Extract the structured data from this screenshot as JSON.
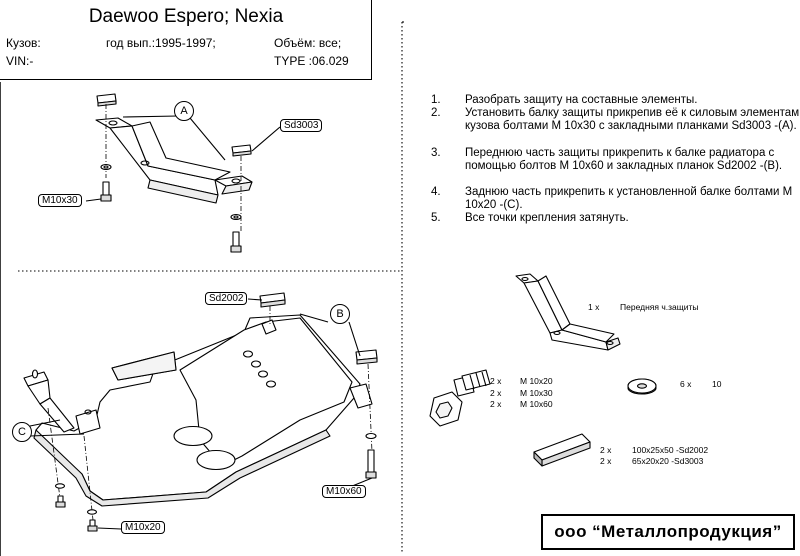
{
  "header": {
    "title": "Daewoo  Espero; Nexia",
    "body_label": "Кузов:",
    "years": "год вып.:1995-1997;",
    "volume": "Объём: все;",
    "vin": "VIN:-",
    "type": "TYPE :06.029"
  },
  "instructions": [
    {
      "num": "1.",
      "text": "Разобрать защиту на составные элементы."
    },
    {
      "num": "2.",
      "text": "Установить балку защиты прикрепив её к силовым элементам кузова болтами М 10х30 с закладными планками Sd3003 -(A)."
    },
    {
      "num": "3.",
      "text": "Переднюю часть защиты прикрепить к балке радиатора с помощью болтов М 10х60 и закладных планок Sd2002 -(B)."
    },
    {
      "num": "4.",
      "text": "Заднюю часть прикрепить к установленной балке болтами М 10х20 -(C)."
    },
    {
      "num": "5.",
      "text": "Все точки крепления затянуть."
    }
  ],
  "callouts": {
    "a": "A",
    "b": "B",
    "c": "C",
    "sd3003": "Sd3003",
    "sd2002": "Sd2002",
    "m10x30": "M10x30",
    "m10x60": "M10x60",
    "m10x20": "M10x20"
  },
  "parts": {
    "beam_qty": "1 x",
    "beam_name": "Передняя ч.защиты",
    "bolts": [
      {
        "qty": "2 x",
        "size": "M 10x20"
      },
      {
        "qty": "2 x",
        "size": "M 10x30"
      },
      {
        "qty": "2 x",
        "size": "M 10x60"
      }
    ],
    "washer_qty": "6 x",
    "washer_size": "10",
    "plates": [
      {
        "qty": "2 x",
        "name": "100x25x50 -Sd2002"
      },
      {
        "qty": "2 x",
        "name": "65x20x20  -Sd3003"
      }
    ]
  },
  "company": "ооо “Металлопродукция”"
}
